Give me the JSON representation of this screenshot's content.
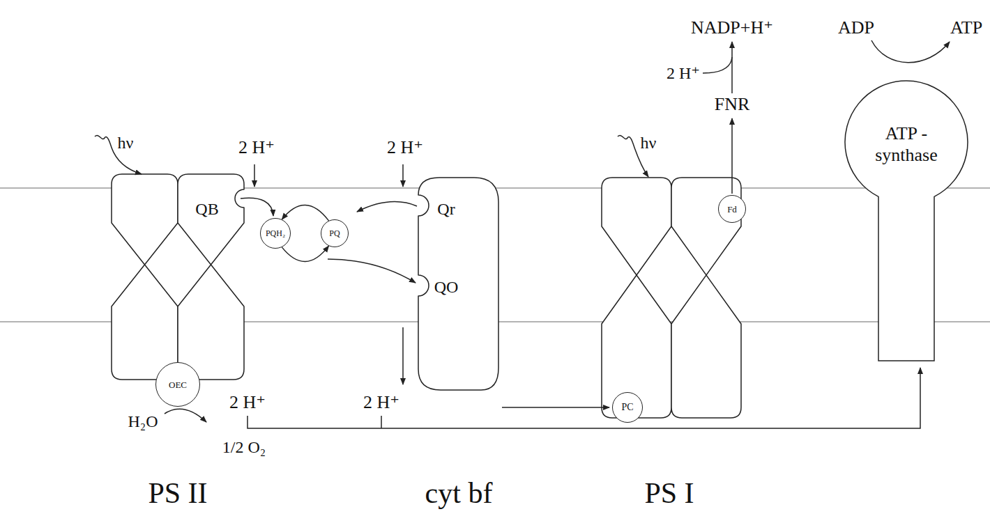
{
  "diagram": {
    "nodes": [
      {
        "text": [
          "OEC"
        ]
      },
      {
        "text": [
          "PQH₂"
        ]
      },
      {
        "text": [
          "PQ"
        ]
      },
      {
        "text": [
          "Fd"
        ]
      },
      {
        "text": [
          "PC"
        ]
      },
      {
        "text": [
          "ATP -synthase"
        ]
      }
    ],
    "edges": [
      {
        "from": 1,
        "to": 2,
        "arrow": "to"
      },
      {
        "from": 2,
        "to": 1,
        "arrow": "to"
      }
    ],
    "labels": [
      "NADP+H⁺",
      "ADP",
      "ATP",
      "2 H⁺",
      "FNR",
      "hν",
      "2 H⁺",
      "2 H⁺",
      "hν",
      "QB",
      "Qr",
      "QO",
      "H₂O",
      "2 H⁺",
      "2 H⁺",
      "1/2 O₂",
      "PS II",
      "cyt bf",
      "PS I"
    ]
  }
}
